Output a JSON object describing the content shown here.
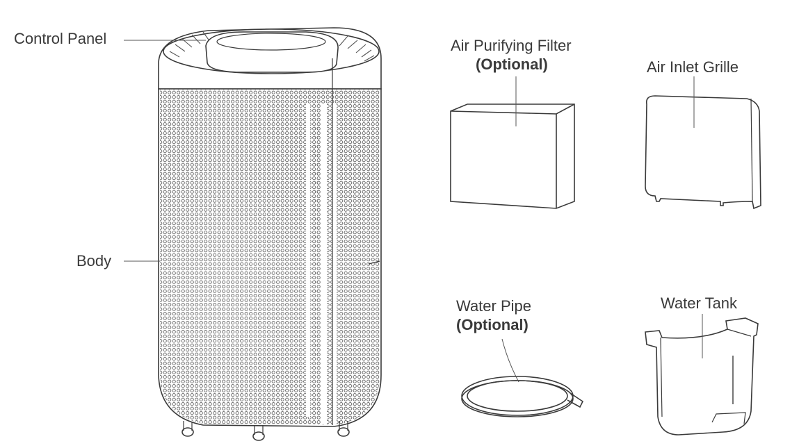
{
  "labels": {
    "control_panel": "Control Panel",
    "body": "Body",
    "air_purifying_filter": "Air Purifying Filter",
    "air_purifying_filter_note": "(Optional)",
    "air_inlet_grille": "Air Inlet Grille",
    "water_pipe": "Water Pipe",
    "water_pipe_note": "(Optional)",
    "water_tank": "Water Tank"
  },
  "colors": {
    "line": "#3a3a3a",
    "dots": "#6a6a6a"
  }
}
